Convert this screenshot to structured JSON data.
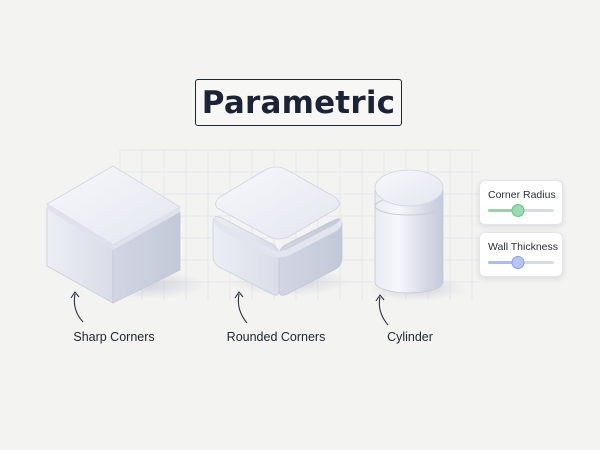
{
  "title": "Parametric",
  "shapes": [
    {
      "caption": "Sharp Corners",
      "icon": "sharp-box"
    },
    {
      "caption": "Rounded Corners",
      "icon": "rounded-box"
    },
    {
      "caption": "Cylinder",
      "icon": "cylinder"
    }
  ],
  "sliders": [
    {
      "label": "Corner Radius",
      "value": 0.45,
      "accent": "#8fd7a8",
      "thumb": "#9adbb2",
      "thumb_border": "#6ec08e"
    },
    {
      "label": "Wall Thickness",
      "value": 0.45,
      "accent": "#aebdf0",
      "thumb": "#b7c5f3",
      "thumb_border": "#8a9ee6"
    }
  ],
  "colors": {
    "background": "#f3f3f1",
    "title_text": "#1d2336",
    "grid": "#e6e7ea",
    "box_top": "#eef0f6",
    "box_left": "#dfe2ec",
    "box_right": "#cfd3e0",
    "arrow": "#2b3140"
  }
}
